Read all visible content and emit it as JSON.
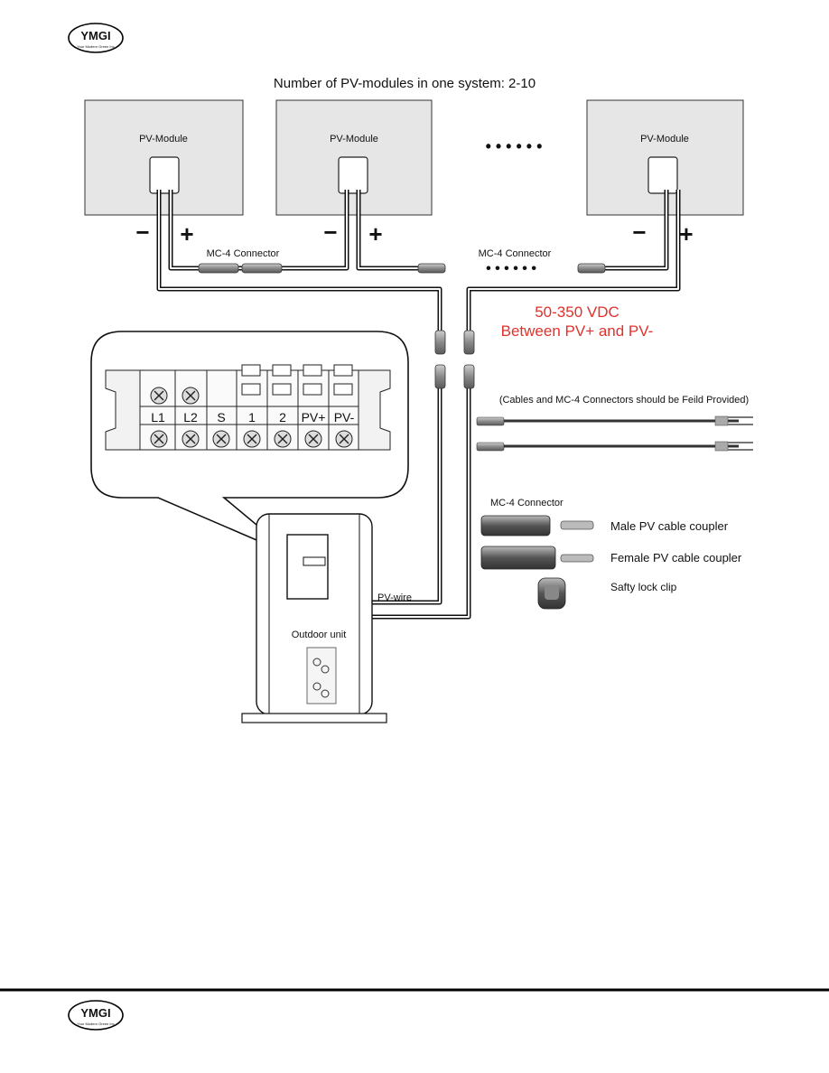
{
  "header": {
    "logo_text": "YMGI",
    "logo_subtext": "Your Modern Green Inc"
  },
  "footer": {
    "logo_text": "YMGI",
    "logo_subtext": "Your Modern Green Inc"
  },
  "diagram": {
    "title": "Number of PV-modules in one system: 2-10",
    "modules": [
      {
        "label": "PV-Module",
        "minus": "−",
        "plus": "+"
      },
      {
        "label": "PV-Module",
        "minus": "−",
        "plus": "+"
      },
      {
        "label": "PV-Module",
        "minus": "−",
        "plus": "+"
      }
    ],
    "ellipsis_top": "• • •  • • •",
    "ellipsis_mid": "• • •  • • •",
    "mc4_label_1": "MC-4 Connector",
    "mc4_label_2": "MC-4 Connector",
    "voltage_line1": "50-350 VDC",
    "voltage_line2": "Between PV+ and PV-",
    "voltage_color": "#e0322c",
    "cables_note": "(Cables and MC-4 Connectors should be Feild Provided)",
    "terminals": [
      "L1",
      "L2",
      "S",
      "1",
      "2",
      "PV+",
      "PV-"
    ],
    "pv_wire_label": "PV-wire",
    "outdoor_unit_label": "Outdoor unit",
    "mc4_legend_title": "MC-4 Connector",
    "legend": [
      {
        "label": "Male PV cable coupler"
      },
      {
        "label": "Female PV cable coupler"
      },
      {
        "label": "Safty lock clip"
      }
    ]
  }
}
